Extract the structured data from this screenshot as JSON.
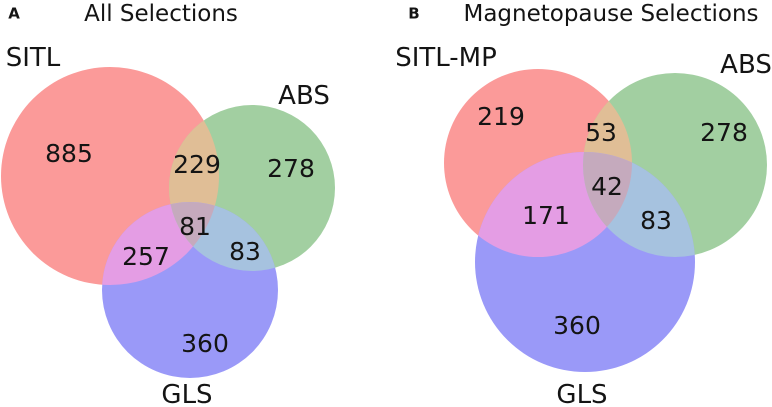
{
  "figure": {
    "background": "#ffffff",
    "text_color": "#141414"
  },
  "colors": {
    "set_red": "#FB9A99",
    "set_green": "#A2CFA1",
    "set_blue": "#9A99F8",
    "overlap_red_green": "#E0BE96",
    "overlap_red_blue": "#E49DE4",
    "overlap_green_blue": "#A6C2DF",
    "overlap_center": "#C5AABD"
  },
  "chart_data": [
    {
      "type": "venn",
      "panel_label": "A",
      "title": "All Selections",
      "set_labels": [
        "SITL",
        "ABS",
        "GLS"
      ],
      "legend_position": "circle-adjacent labels",
      "regions": {
        "sitl_only": 885,
        "sitl_abs": 229,
        "abs_only": 278,
        "sitl_gls": 257,
        "center": 81,
        "abs_gls": 83,
        "gls_only": 360
      }
    },
    {
      "type": "venn",
      "panel_label": "B",
      "title": "Magnetopause Selections",
      "set_labels": [
        "SITL-MP",
        "ABS",
        "GLS"
      ],
      "legend_position": "circle-adjacent labels",
      "regions": {
        "sitl_only": 219,
        "sitl_abs": 53,
        "abs_only": 278,
        "sitl_gls": 171,
        "center": 42,
        "abs_gls": 83,
        "gls_only": 360
      }
    }
  ]
}
